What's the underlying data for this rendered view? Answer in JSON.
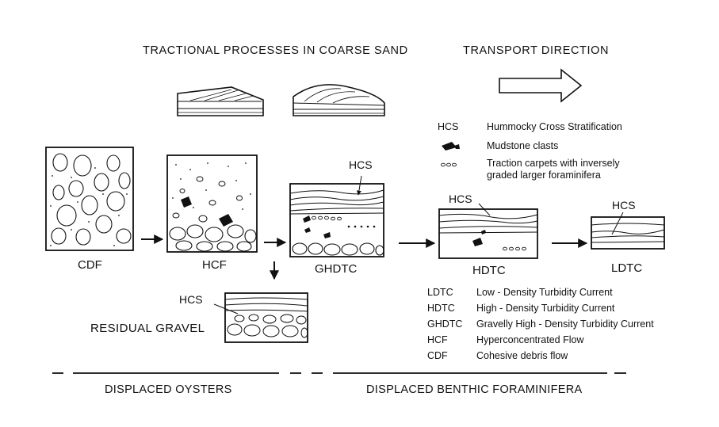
{
  "titles": {
    "traction": "TRACTIONAL PROCESSES IN COARSE SAND",
    "transport": "TRANSPORT DIRECTION"
  },
  "boxes": {
    "cdf": "CDF",
    "hcf": "HCF",
    "ghdtc": "GHDTC",
    "hdtc": "HDTC",
    "ldtc": "LDTC"
  },
  "hcs_callouts": [
    "HCS",
    "HCS",
    "HCS",
    "HCS"
  ],
  "residual": "RESIDUAL GRAVEL",
  "symbol_legend": [
    {
      "abbr": "HCS",
      "text": "Hummocky Cross Stratification"
    },
    {
      "icon": "mudstone-clast-icon",
      "text": "Mudstone clasts"
    },
    {
      "icon": "foraminifera-icon",
      "text": "Traction carpets with inversely",
      "text2": "graded larger foraminifera"
    }
  ],
  "abbr_legend": [
    {
      "abbr": "LDTC",
      "text": "Low - Density Turbidity Current"
    },
    {
      "abbr": "HDTC",
      "text": "High - Density Turbidity Current"
    },
    {
      "abbr": "GHDTC",
      "text": "Gravelly High - Density Turbidity Current"
    },
    {
      "abbr": "HCF",
      "text": "Hyperconcentrated Flow"
    },
    {
      "abbr": "CDF",
      "text": "Cohesive debris flow"
    }
  ],
  "bottom": {
    "oysters": "DISPLACED OYSTERS",
    "foraminifera": "DISPLACED BENTHIC FORAMINIFERA"
  }
}
